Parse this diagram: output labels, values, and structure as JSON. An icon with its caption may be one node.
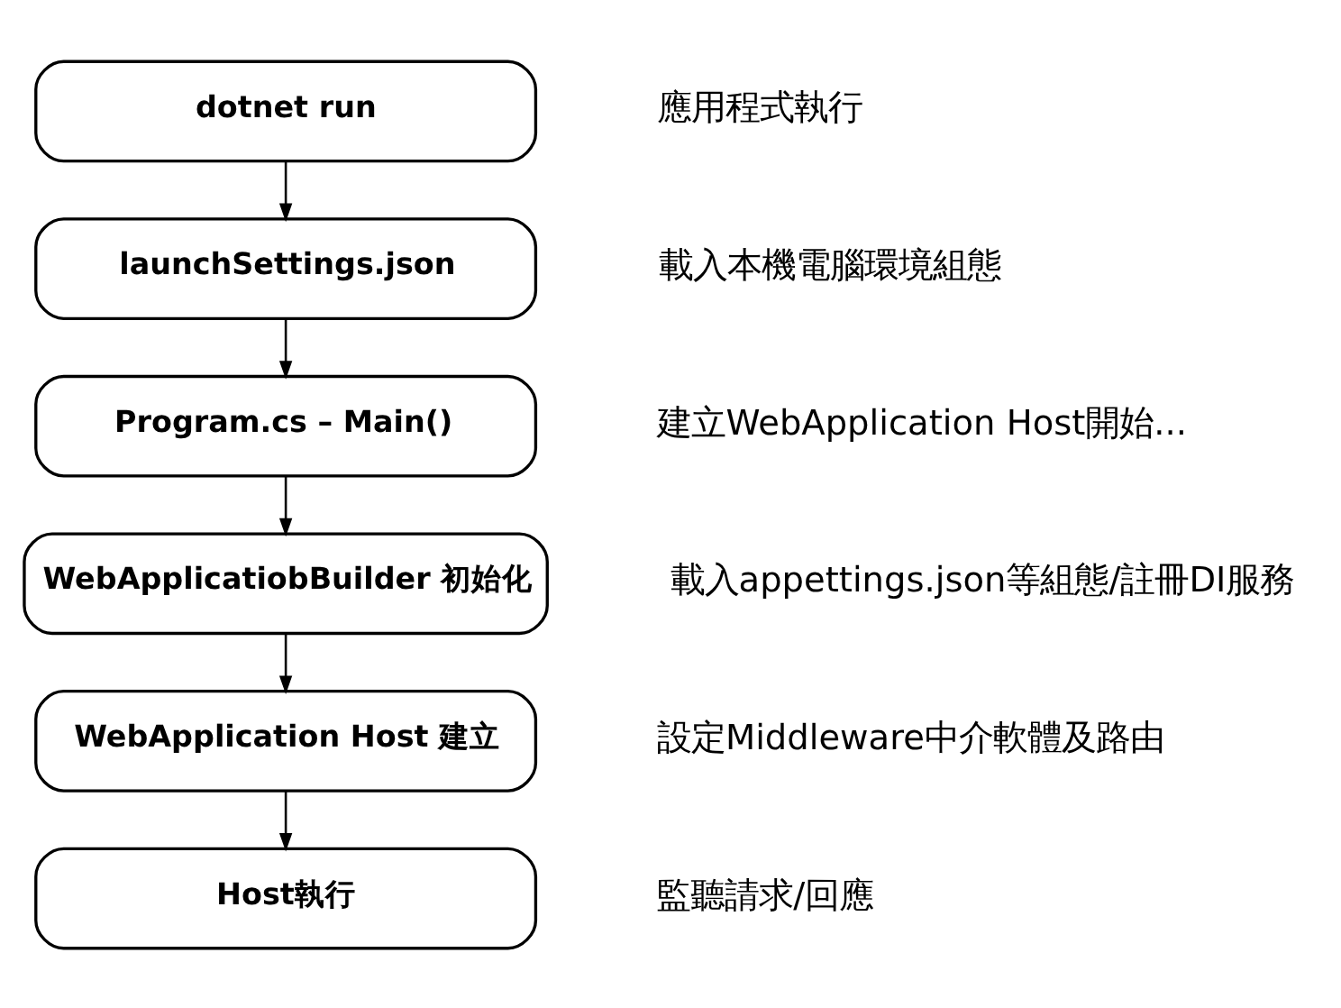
{
  "diagram": {
    "nodes": [
      {
        "text": [
          "dotnet run"
        ],
        "beside": [
          "應用程式執行"
        ]
      },
      {
        "text": [
          "launchSettings.json"
        ],
        "beside": [
          "載入本機電腦環境組態"
        ]
      },
      {
        "text": [
          "Program.cs – Main()"
        ],
        "beside": [
          "建立WebApplication Host開始..."
        ]
      },
      {
        "text": [
          "WebApplicatiobBuilder 初始化"
        ],
        "beside": [
          "載入appettings.json等組態/註冊DI服務"
        ]
      },
      {
        "text": [
          "WebApplication Host 建立"
        ],
        "beside": [
          "設定Middleware中介軟體及路由"
        ]
      },
      {
        "text": [
          "Host執行"
        ],
        "beside": [
          "監聽請求/回應"
        ]
      }
    ],
    "edges": [
      {
        "from": 0,
        "to": 1,
        "arrow": "to"
      },
      {
        "from": 1,
        "to": 2,
        "arrow": "to"
      },
      {
        "from": 2,
        "to": 3,
        "arrow": "to"
      },
      {
        "from": 3,
        "to": 4,
        "arrow": "to"
      },
      {
        "from": 4,
        "to": 5,
        "arrow": "to"
      }
    ]
  }
}
